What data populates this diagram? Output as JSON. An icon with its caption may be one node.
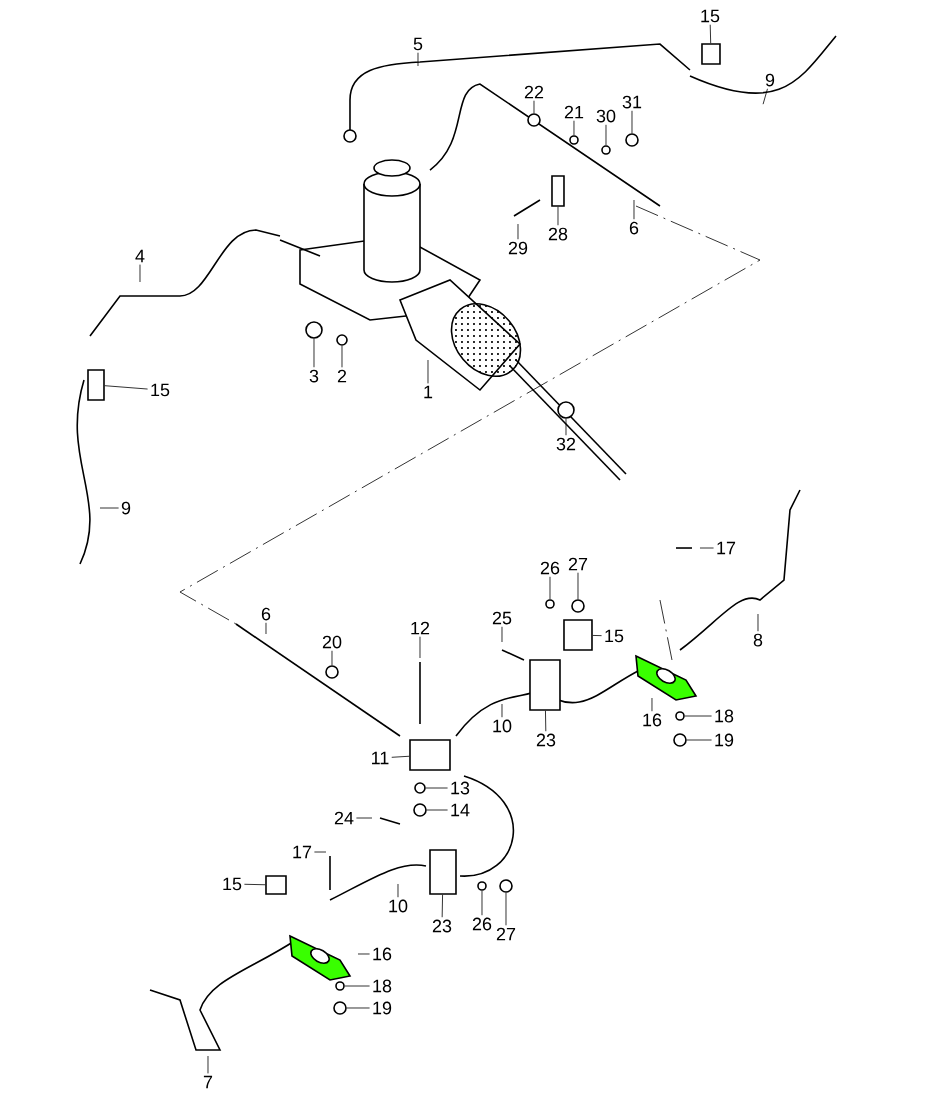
{
  "diagram": {
    "nodes": [
      {
        "text": [
          "1"
        ]
      },
      {
        "text": [
          "2"
        ]
      },
      {
        "text": [
          "3"
        ]
      },
      {
        "text": [
          "4"
        ]
      },
      {
        "text": [
          "5"
        ]
      },
      {
        "text": [
          "15"
        ]
      },
      {
        "text": [
          "9"
        ]
      },
      {
        "text": [
          "22"
        ]
      },
      {
        "text": [
          "21"
        ]
      },
      {
        "text": [
          "30"
        ]
      },
      {
        "text": [
          "31"
        ]
      },
      {
        "text": [
          "29"
        ]
      },
      {
        "text": [
          "28"
        ]
      },
      {
        "text": [
          "6"
        ]
      },
      {
        "text": [
          "32"
        ]
      },
      {
        "text": [
          "15"
        ]
      },
      {
        "text": [
          "9"
        ]
      },
      {
        "text": [
          "6"
        ]
      },
      {
        "text": [
          "20"
        ]
      },
      {
        "text": [
          "12"
        ]
      },
      {
        "text": [
          "11"
        ]
      },
      {
        "text": [
          "13"
        ]
      },
      {
        "text": [
          "14"
        ]
      },
      {
        "text": [
          "24"
        ]
      },
      {
        "text": [
          "17"
        ]
      },
      {
        "text": [
          "15"
        ]
      },
      {
        "text": [
          "10"
        ]
      },
      {
        "text": [
          "23"
        ]
      },
      {
        "text": [
          "16"
        ]
      },
      {
        "text": [
          "18"
        ]
      },
      {
        "text": [
          "19"
        ]
      },
      {
        "text": [
          "7"
        ]
      },
      {
        "text": [
          "26"
        ]
      },
      {
        "text": [
          "27"
        ]
      },
      {
        "text": [
          "17"
        ]
      },
      {
        "text": [
          "8"
        ]
      },
      {
        "text": [
          "16"
        ]
      },
      {
        "text": [
          "18"
        ]
      },
      {
        "text": [
          "19"
        ]
      },
      {
        "text": [
          "15"
        ]
      },
      {
        "text": [
          "25"
        ]
      },
      {
        "text": [
          "26"
        ]
      },
      {
        "text": [
          "27"
        ]
      },
      {
        "text": [
          "10"
        ]
      },
      {
        "text": [
          "23"
        ]
      },
      {
        "text": [],
        "shape": "circle"
      },
      {
        "text": [],
        "shape": "circle"
      },
      {
        "text": [],
        "shape": "box"
      },
      {
        "text": [],
        "shape": "circle"
      },
      {
        "text": [],
        "shape": "circle"
      },
      {
        "text": [],
        "shape": "circle"
      },
      {
        "text": [],
        "shape": "circle"
      },
      {
        "text": [],
        "shape": "box"
      },
      {
        "text": [],
        "shape": "circle"
      },
      {
        "text": [],
        "shape": "box"
      },
      {
        "text": [],
        "shape": "circle"
      },
      {
        "text": [],
        "shape": "box"
      },
      {
        "text": [],
        "shape": "circle"
      },
      {
        "text": [],
        "shape": "circle"
      },
      {
        "text": [],
        "shape": "box"
      },
      {
        "text": [],
        "shape": "box"
      },
      {
        "text": [],
        "shape": "circle"
      },
      {
        "text": [],
        "shape": "circle"
      },
      {
        "text": [],
        "shape": "circle"
      },
      {
        "text": [],
        "shape": "circle"
      },
      {
        "text": [],
        "shape": "circle"
      },
      {
        "text": [],
        "shape": "circle"
      },
      {
        "text": [],
        "shape": "box"
      },
      {
        "text": [],
        "shape": "circle"
      },
      {
        "text": [],
        "shape": "circle"
      },
      {
        "text": [],
        "shape": "box"
      }
    ],
    "edges": [
      {
        "from": 0,
        "to": null,
        "arrow": "none"
      },
      {
        "from": 1,
        "to": 45,
        "arrow": "none"
      },
      {
        "from": 2,
        "to": 46,
        "arrow": "none"
      },
      {
        "from": 3,
        "to": null,
        "arrow": "none"
      },
      {
        "from": 4,
        "to": null,
        "arrow": "none"
      },
      {
        "from": 5,
        "to": 47,
        "arrow": "none"
      },
      {
        "from": 6,
        "to": null,
        "arrow": "none"
      },
      {
        "from": 7,
        "to": 48,
        "arrow": "none"
      },
      {
        "from": 8,
        "to": 49,
        "arrow": "none"
      },
      {
        "from": 9,
        "to": 50,
        "arrow": "none"
      },
      {
        "from": 10,
        "to": 51,
        "arrow": "none"
      },
      {
        "from": 11,
        "to": null,
        "arrow": "none"
      },
      {
        "from": 12,
        "to": 52,
        "arrow": "none"
      },
      {
        "from": 13,
        "to": null,
        "arrow": "none"
      },
      {
        "from": 14,
        "to": 53,
        "arrow": "none"
      },
      {
        "from": 15,
        "to": 54,
        "arrow": "none"
      },
      {
        "from": 16,
        "to": null,
        "arrow": "none"
      },
      {
        "from": 17,
        "to": null,
        "arrow": "none"
      },
      {
        "from": 18,
        "to": 55,
        "arrow": "none"
      },
      {
        "from": 19,
        "to": null,
        "arrow": "none"
      },
      {
        "from": 20,
        "to": 56,
        "arrow": "none"
      },
      {
        "from": 21,
        "to": 57,
        "arrow": "none"
      },
      {
        "from": 22,
        "to": 58,
        "arrow": "none"
      },
      {
        "from": 23,
        "to": null,
        "arrow": "none"
      },
      {
        "from": 24,
        "to": null,
        "arrow": "none"
      },
      {
        "from": 25,
        "to": 59,
        "arrow": "none"
      },
      {
        "from": 26,
        "to": null,
        "arrow": "none"
      },
      {
        "from": 27,
        "to": 60,
        "arrow": "none"
      },
      {
        "from": 28,
        "to": null,
        "arrow": "none"
      },
      {
        "from": 29,
        "to": 61,
        "arrow": "none"
      },
      {
        "from": 30,
        "to": 62,
        "arrow": "none"
      },
      {
        "from": 31,
        "to": null,
        "arrow": "none"
      },
      {
        "from": 32,
        "to": 63,
        "arrow": "none"
      },
      {
        "from": 33,
        "to": 64,
        "arrow": "none"
      },
      {
        "from": 34,
        "to": null,
        "arrow": "none"
      },
      {
        "from": 35,
        "to": null,
        "arrow": "none"
      },
      {
        "from": 36,
        "to": null,
        "arrow": "none"
      },
      {
        "from": 37,
        "to": 65,
        "arrow": "none"
      },
      {
        "from": 38,
        "to": 66,
        "arrow": "none"
      },
      {
        "from": 39,
        "to": 67,
        "arrow": "none"
      },
      {
        "from": 40,
        "to": null,
        "arrow": "none"
      },
      {
        "from": 41,
        "to": 68,
        "arrow": "none"
      },
      {
        "from": 42,
        "to": 69,
        "arrow": "none"
      },
      {
        "from": 43,
        "to": null,
        "arrow": "none"
      },
      {
        "from": 44,
        "to": 70,
        "arrow": "none"
      }
    ]
  }
}
